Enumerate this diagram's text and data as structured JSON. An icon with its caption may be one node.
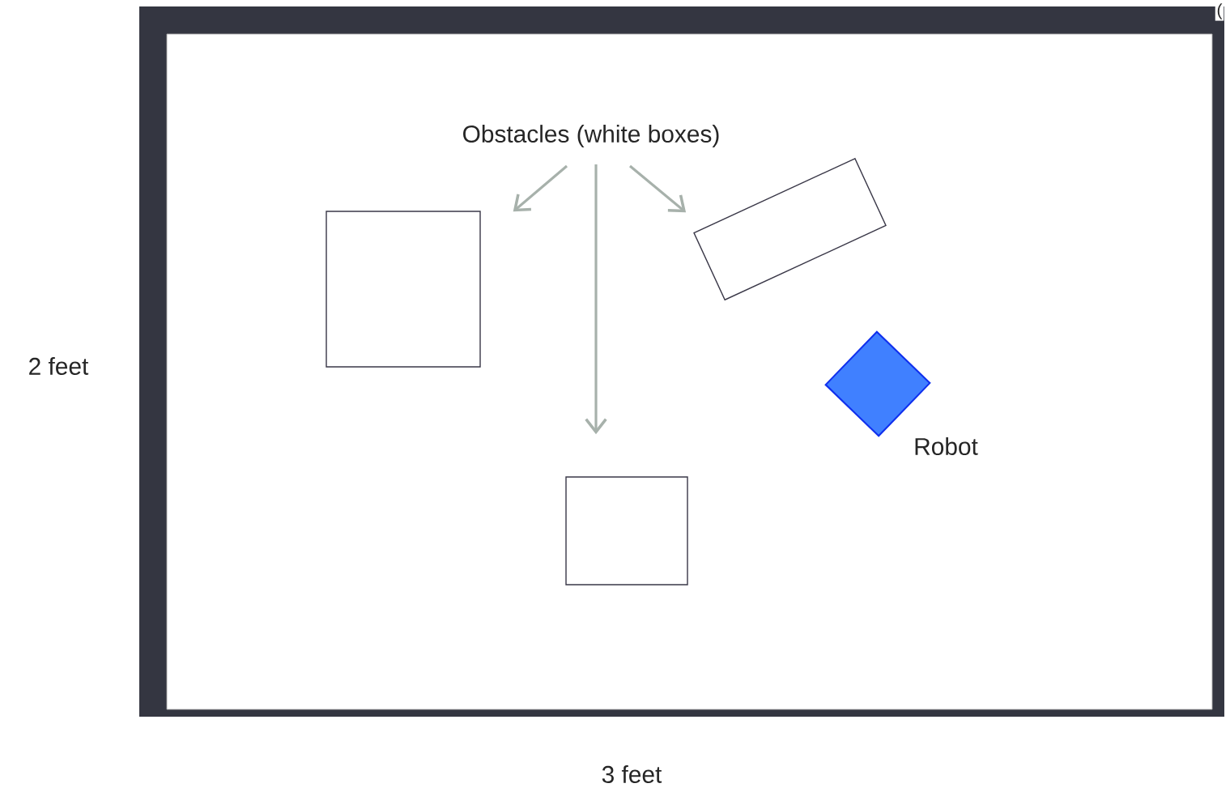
{
  "diagram": {
    "nodes": [
      {
        "text": [],
        "shape": "box"
      },
      {
        "text": [
          "Obstacles (white boxes)"
        ],
        "in": 0
      },
      {
        "text": [],
        "shape": "box",
        "in": 0
      },
      {
        "text": [],
        "shape": "box",
        "in": 0
      },
      {
        "text": [],
        "shape": "box",
        "in": 0
      },
      {
        "text": [],
        "shape": "diamond",
        "in": 0,
        "beside": [
          "Robot"
        ]
      }
    ],
    "edges": [
      {
        "from": 1,
        "to": 2,
        "arrow": "to"
      },
      {
        "from": 1,
        "to": 4,
        "arrow": "to"
      },
      {
        "from": 1,
        "to": 3,
        "arrow": "to"
      }
    ],
    "labels": [
      "(",
      "2 feet",
      "3 feet"
    ]
  }
}
